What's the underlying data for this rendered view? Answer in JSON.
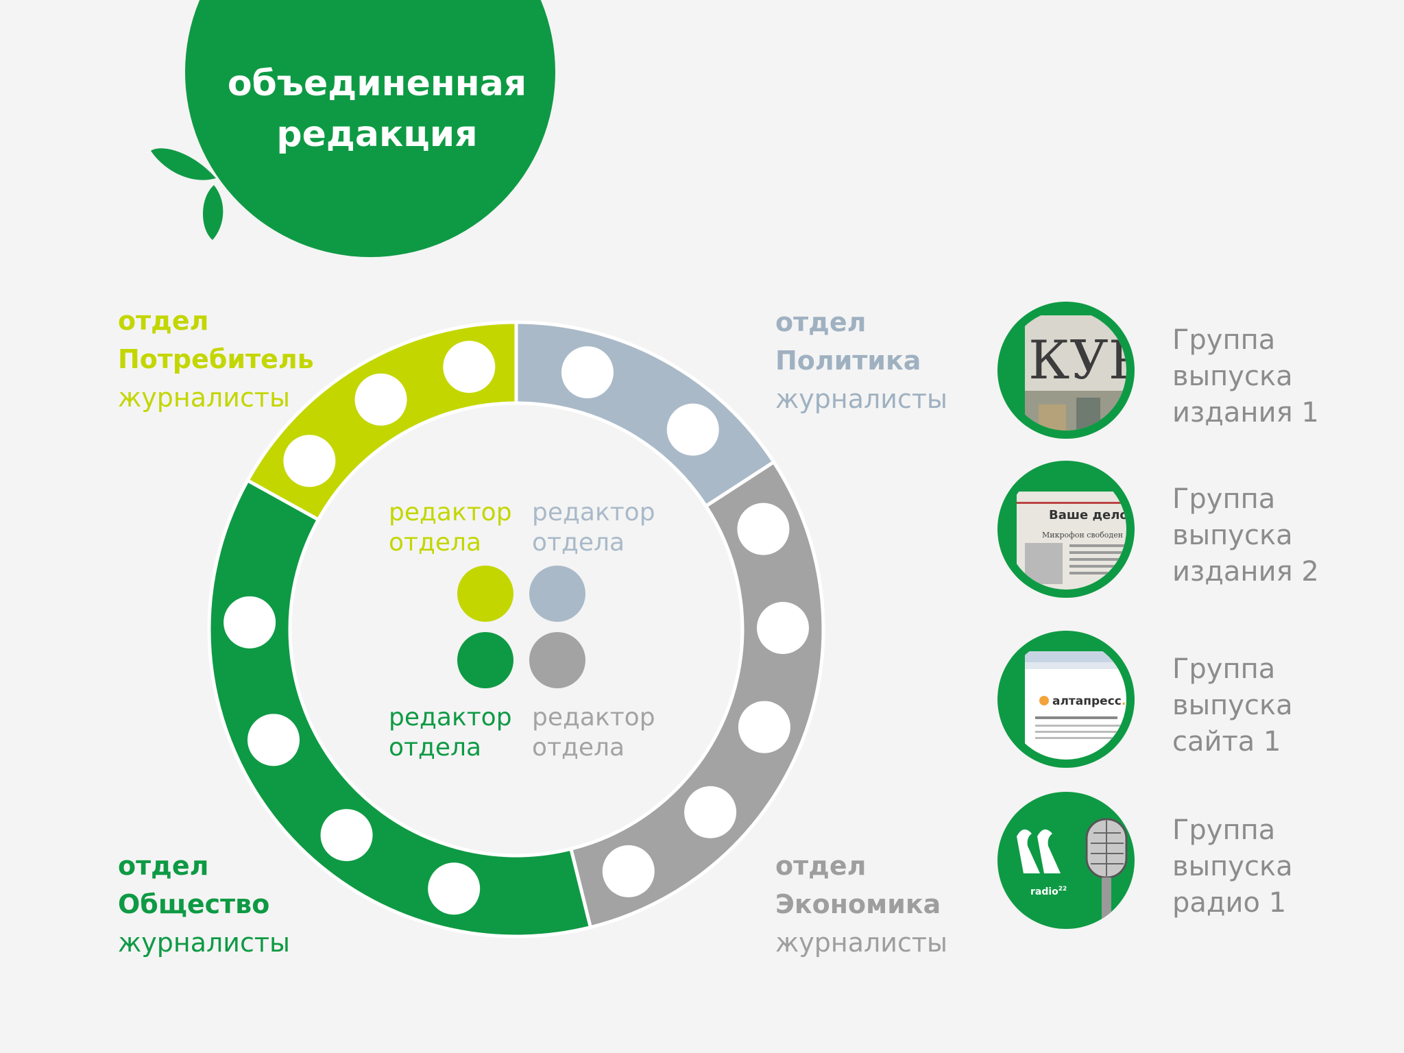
{
  "header": {
    "title_line1": "объединенная",
    "title_line2": "редакция"
  },
  "departments": [
    {
      "id": "consumer",
      "label": "отдел",
      "name": "Потребитель",
      "role": "журналисты",
      "editor_line1": "редактор",
      "editor_line2": "отдела",
      "color": "#c3d600",
      "journalists": 3
    },
    {
      "id": "politics",
      "label": "отдел",
      "name": "Политика",
      "role": "журналисты",
      "editor_line1": "редактор",
      "editor_line2": "отдела",
      "color": "#a9b9c8",
      "journalists": 2
    },
    {
      "id": "economy",
      "label": "отдел",
      "name": "Экономика",
      "role": "журналисты",
      "editor_line1": "редактор",
      "editor_line2": "отдела",
      "color": "#a3a3a3",
      "journalists": 5
    },
    {
      "id": "society",
      "label": "отдел",
      "name": "Общество",
      "role": "журналисты",
      "editor_line1": "редактор",
      "editor_line2": "отдела",
      "color": "#0e9a44",
      "journalists": 4
    }
  ],
  "groups": [
    {
      "line1": "Группа",
      "line2": "выпуска",
      "line3": "издания 1",
      "icon": "newspaper-kurs-icon",
      "masthead": "КУРС"
    },
    {
      "line1": "Группа",
      "line2": "выпуска",
      "line3": "издания 2",
      "icon": "newspaper-vashe-delo-icon",
      "masthead": "Ваше дело",
      "headline": "Микрофон свободен"
    },
    {
      "line1": "Группа",
      "line2": "выпуска",
      "line3": "сайта 1",
      "icon": "website-altapress-icon",
      "site_name": "алтапресс",
      "site_tld": ".ru"
    },
    {
      "line1": "Группа",
      "line2": "выпуска",
      "line3": "радио 1",
      "icon": "radio-microphone-icon",
      "brand": "radio",
      "brand_sup": "22"
    }
  ],
  "colors": {
    "brand_green": "#0e9a44",
    "lime": "#c3d600",
    "steel_blue": "#a9b9c8",
    "grey": "#a3a3a3",
    "background": "#f4f4f4"
  }
}
